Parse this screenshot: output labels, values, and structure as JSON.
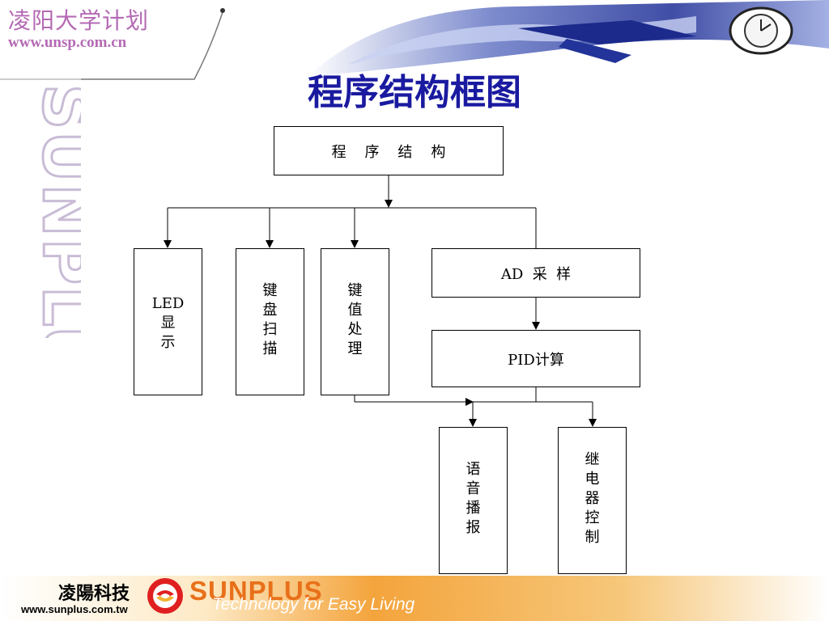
{
  "header": {
    "brand_title": "凌阳大学计划",
    "brand_url": "www.unsp.com.cn",
    "vertical_brand": "SUNPLUS"
  },
  "title": "程序结构框图",
  "diagram": {
    "root": "程    序    结    构",
    "led": [
      "LED",
      "显",
      "示"
    ],
    "keyscan": [
      "键",
      "盘",
      "扫",
      "描"
    ],
    "keyproc": [
      "键",
      "值",
      "处",
      "理"
    ],
    "ad": "AD  采  样",
    "pid": "PID计算",
    "voice": [
      "语",
      "音",
      "播",
      "报"
    ],
    "relay": [
      "继",
      "电",
      "器",
      "控",
      "制"
    ]
  },
  "footer": {
    "company_cn": "凌陽科技",
    "url": "www.sunplus.com.tw",
    "brand": "SUNPLUS",
    "tagline": "Technology for Easy Living"
  },
  "colors": {
    "brand_purple": "#b46ab4",
    "title_blue": "#1a1aa0",
    "footer_orange": "#e8701a",
    "banner_navy": "#1c2a8c"
  }
}
